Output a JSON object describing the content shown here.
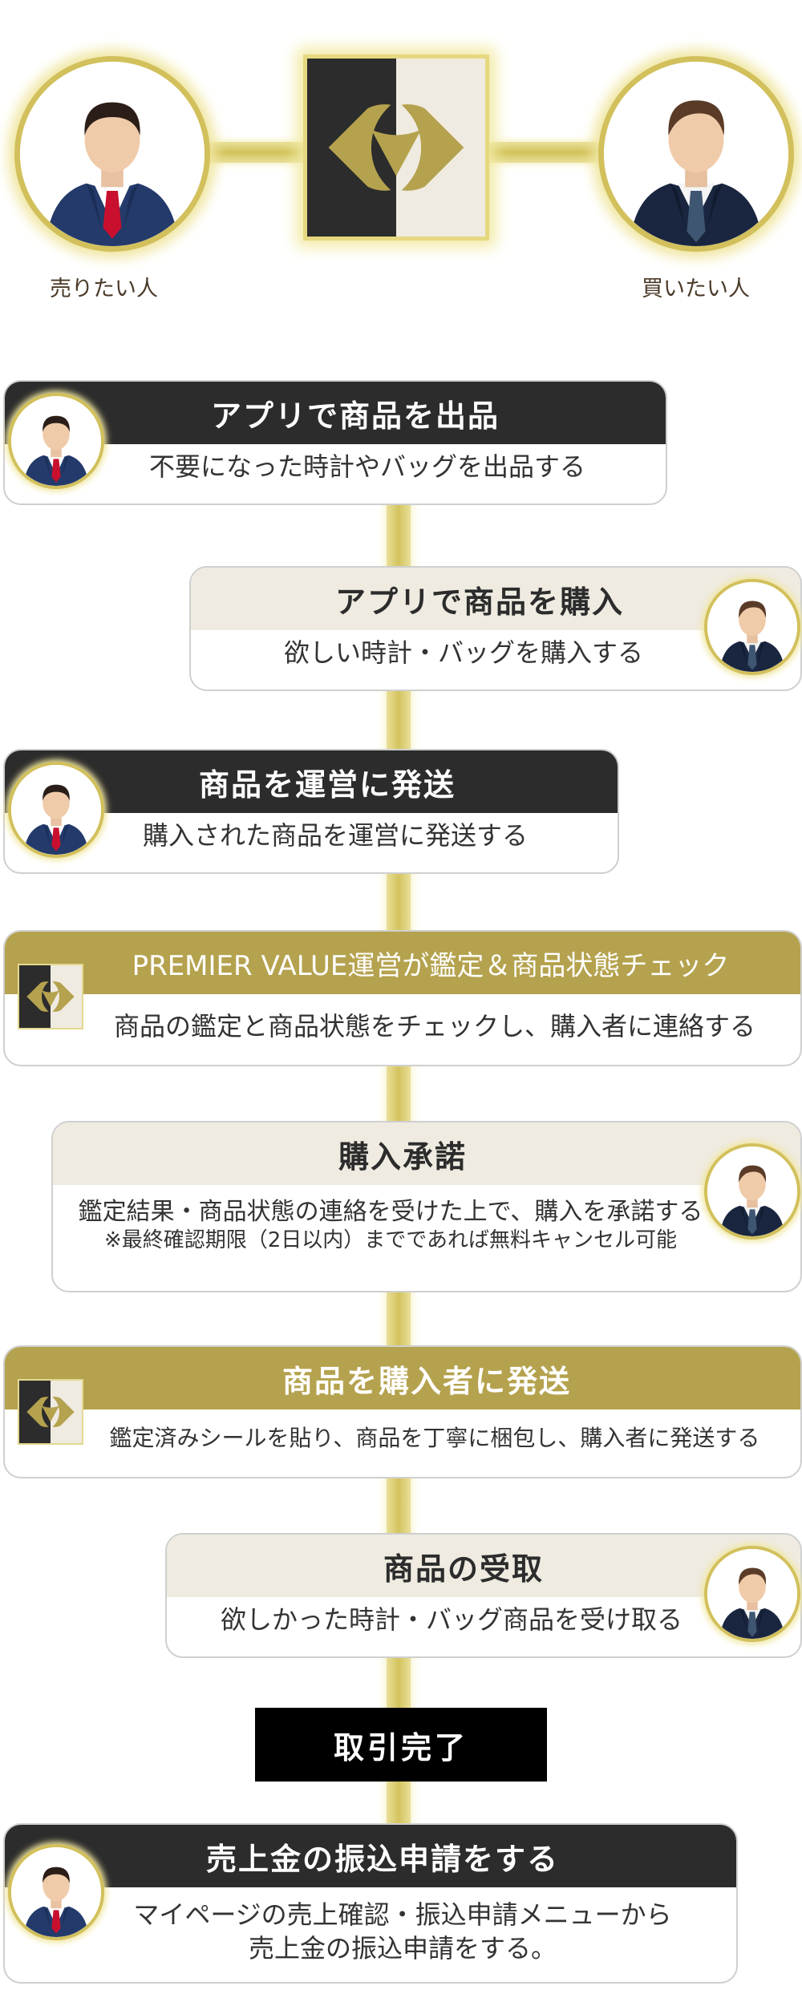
{
  "header": {
    "seller_label": "売りたい人",
    "buyer_label": "買いたい人"
  },
  "steps": [
    {
      "title": "アプリで商品を出品",
      "desc": "不要になった時計やバッグを出品する",
      "actor": "seller"
    },
    {
      "title": "アプリで商品を購入",
      "desc": "欲しい時計・バッグを購入する",
      "actor": "buyer"
    },
    {
      "title": "商品を運営に発送",
      "desc": "購入された商品を運営に発送する",
      "actor": "seller"
    },
    {
      "title": "PREMIER VALUE運営が鑑定＆商品状態チェック",
      "desc": "商品の鑑定と商品状態をチェックし、購入者に連絡する",
      "actor": "operator"
    },
    {
      "title": "購入承諾",
      "desc": "鑑定結果・商品状態の連絡を受けた上で、購入を承諾する",
      "note": "※最終確認期限（2日以内）までであれば無料キャンセル可能",
      "actor": "buyer"
    },
    {
      "title": "商品を購入者に発送",
      "desc": "鑑定済みシールを貼り、商品を丁寧に梱包し、購入者に発送する",
      "actor": "operator"
    },
    {
      "title": "商品の受取",
      "desc": "欲しかった時計・バッグ商品を受け取る",
      "actor": "buyer"
    },
    {
      "title": "売上金の振込申請をする",
      "desc": "マイページの売上確認・振込申請メニューから",
      "desc2": "売上金の振込申請をする。",
      "actor": "seller"
    }
  ],
  "complete_label": "取引完了",
  "colors": {
    "dark": "#2c2c2c",
    "light": "#efebe1",
    "gold": "#b5a24e",
    "glow": "#e9e09a"
  },
  "icons": [
    "seller-avatar-icon",
    "buyer-avatar-icon",
    "premier-value-logo-icon"
  ]
}
